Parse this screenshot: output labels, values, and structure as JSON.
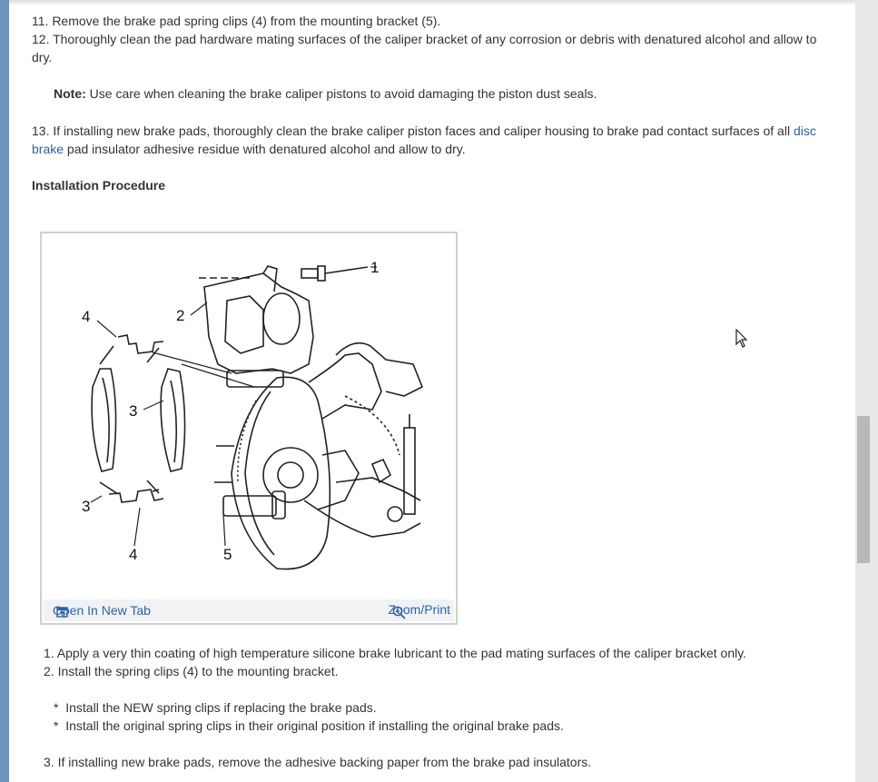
{
  "steps_before": {
    "s11": "11. Remove the brake pad spring clips (4) from the mounting bracket (5).",
    "s12": "12. Thoroughly clean the pad hardware mating surfaces of the caliper bracket of any corrosion or debris with denatured alcohol and allow to dry.",
    "note_label": "Note:",
    "note_text": " Use care when cleaning the brake caliper pistons to avoid damaging the piston dust seals.",
    "s13_a": "13. If installing new brake pads, thoroughly clean the brake caliper piston faces and caliper housing to brake pad contact surfaces of all ",
    "s13_link": "disc brake",
    "s13_b": " pad insulator adhesive residue with denatured alcohol and allow to dry."
  },
  "section_heading": "Installation Procedure",
  "figure": {
    "callouts": [
      "1",
      "2",
      "3",
      "3",
      "4",
      "4",
      "5"
    ],
    "open_label": "Open In New Tab",
    "zoom_label": "Zoom/Print",
    "open_icon": "open-in-new-tab-icon",
    "zoom_icon": "magnifier-zoom-icon"
  },
  "steps_after": {
    "s1": "1. Apply a very thin coating of high temperature silicone brake lubricant to the pad mating surfaces of the caliper bracket only.",
    "s2": "2. Install the spring clips (4) to the mounting bracket.",
    "b1": "Install the NEW spring clips if replacing the brake pads.",
    "b2": "Install the original spring clips in their original position if installing the original brake pads.",
    "s3": "3. If installing new brake pads, remove the adhesive backing paper from the brake pad insulators."
  },
  "colors": {
    "link": "#2b63a6",
    "background": "#5b88b5",
    "text": "#333333"
  }
}
